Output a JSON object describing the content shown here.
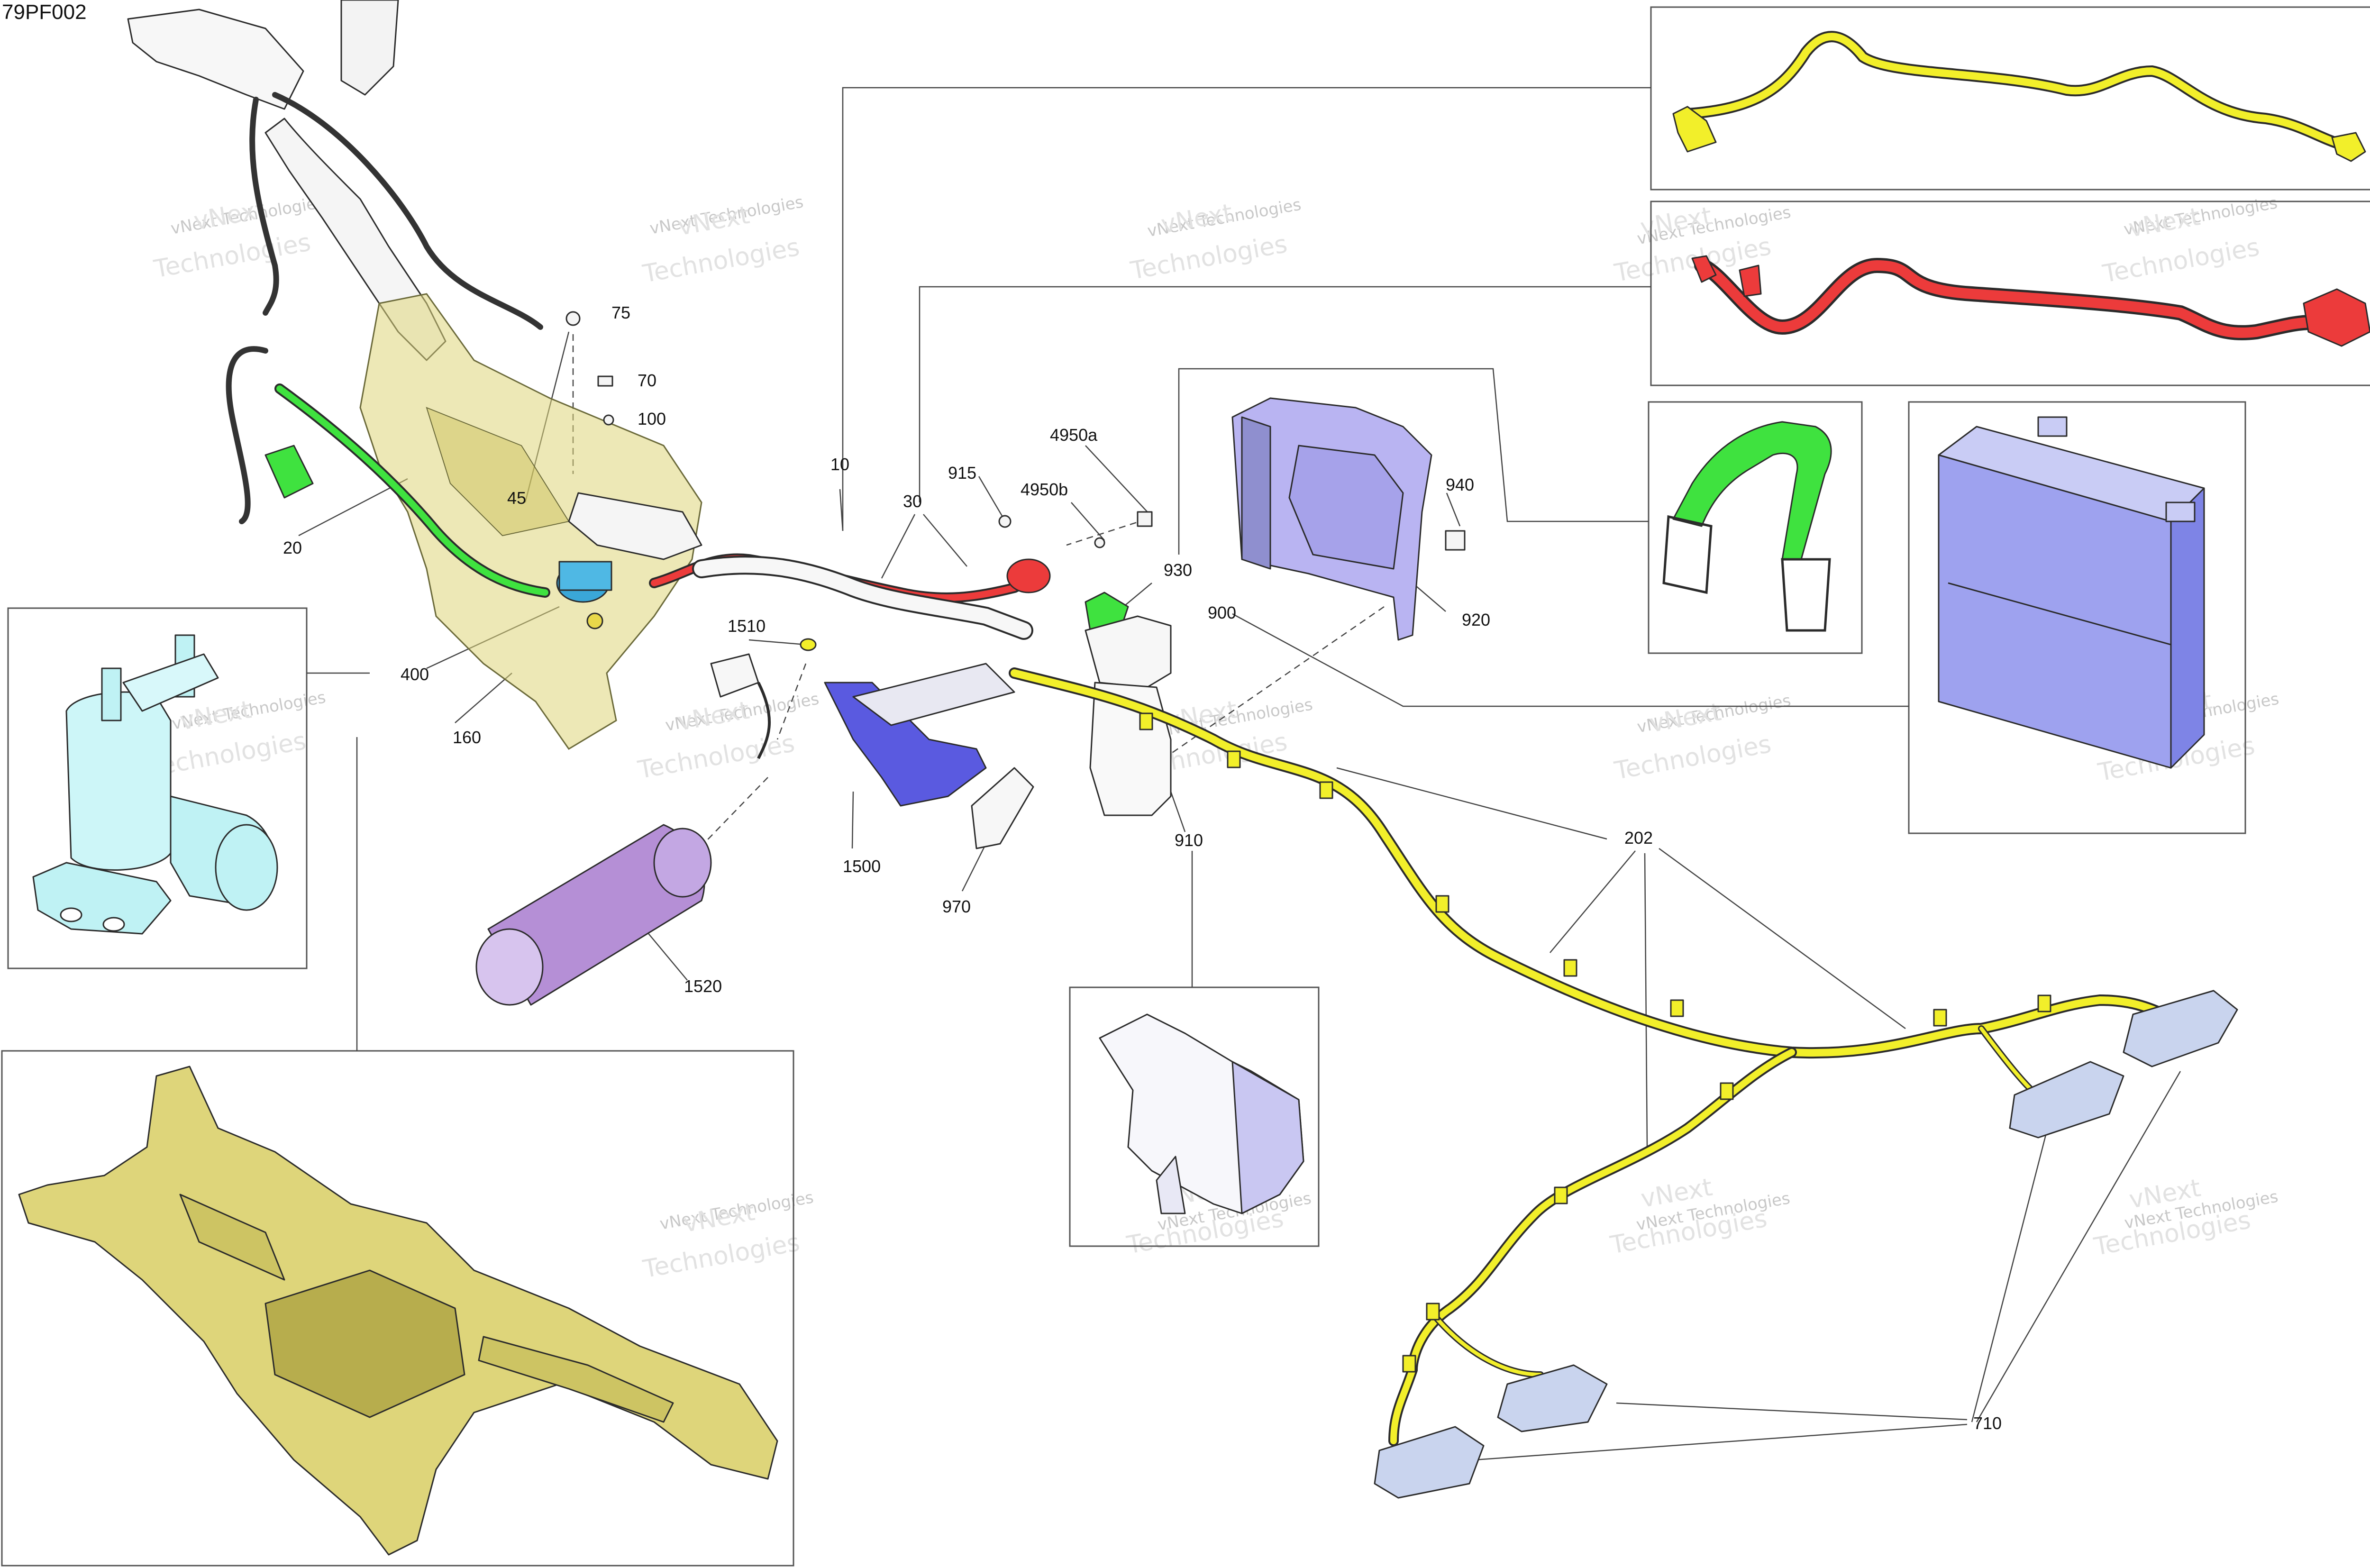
{
  "diagram_code": "79PF002",
  "watermark": {
    "small": "vNext Technologies",
    "large_1": "vNext",
    "large_2": "Technologies"
  },
  "callouts": {
    "c10": "10",
    "c20": "20",
    "c30": "30",
    "c45": "45",
    "c70": "70",
    "c75": "75",
    "c100": "100",
    "c160": "160",
    "c202": "202",
    "c400": "400",
    "c710": "710",
    "c900": "900",
    "c910": "910",
    "c915": "915",
    "c920": "920",
    "c930": "930",
    "c940": "940",
    "c970": "970",
    "c1500": "1500",
    "c1510": "1510",
    "c1520": "1520",
    "c4950a": "4950a",
    "c4950b": "4950b"
  },
  "part_colors": {
    "harness_yellow": "#f2ef2a",
    "cable_red": "#ec3b3b",
    "strap_green": "#3fe23f",
    "battery_blue": "#8f94ee",
    "solenoid_cyan": "#bff2f4",
    "frame_olive": "#ded57a",
    "sleeve_violet": "#b58fd6",
    "cover_lavender": "#b9b4f2",
    "bracket_blue": "#5a5ae0"
  }
}
